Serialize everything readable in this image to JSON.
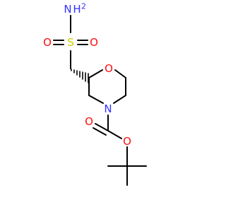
{
  "molecule": {
    "atoms": {
      "nh2": {
        "symbol": "N",
        "suffix": "H",
        "subscript": "2",
        "color": "#3333ff"
      },
      "s": {
        "symbol": "S",
        "color": "#cccc00"
      },
      "o_sulfonyl_left": {
        "symbol": "O",
        "color": "#ff0d0d"
      },
      "o_sulfonyl_right": {
        "symbol": "O",
        "color": "#ff0d0d"
      },
      "o_ring": {
        "symbol": "O",
        "color": "#ff0d0d"
      },
      "n_ring": {
        "symbol": "N",
        "color": "#3333ff"
      },
      "o_carbonyl": {
        "symbol": "O",
        "color": "#ff0d0d"
      },
      "o_ester": {
        "symbol": "O",
        "color": "#ff0d0d"
      }
    },
    "bond_color": "#000000"
  }
}
